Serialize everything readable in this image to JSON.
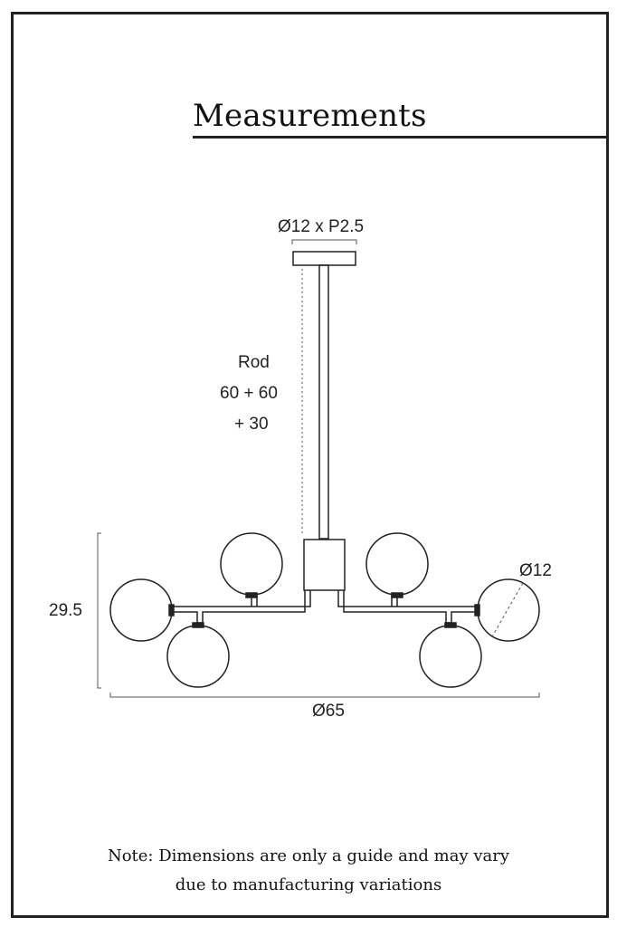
{
  "title": "Measurements",
  "dimensions": {
    "canopy": "Ø12 x P2.5",
    "rod_label": "Rod",
    "rod_line1": "60 + 60",
    "rod_line2": "+ 30",
    "height": "29.5",
    "globe": "Ø12",
    "width": "Ø65"
  },
  "note": {
    "line1": "Note: Dimensions are only a guide and may vary",
    "line2": "due to manufacturing variations"
  },
  "colors": {
    "ink": "#222222",
    "dimension_line": "#555555"
  }
}
